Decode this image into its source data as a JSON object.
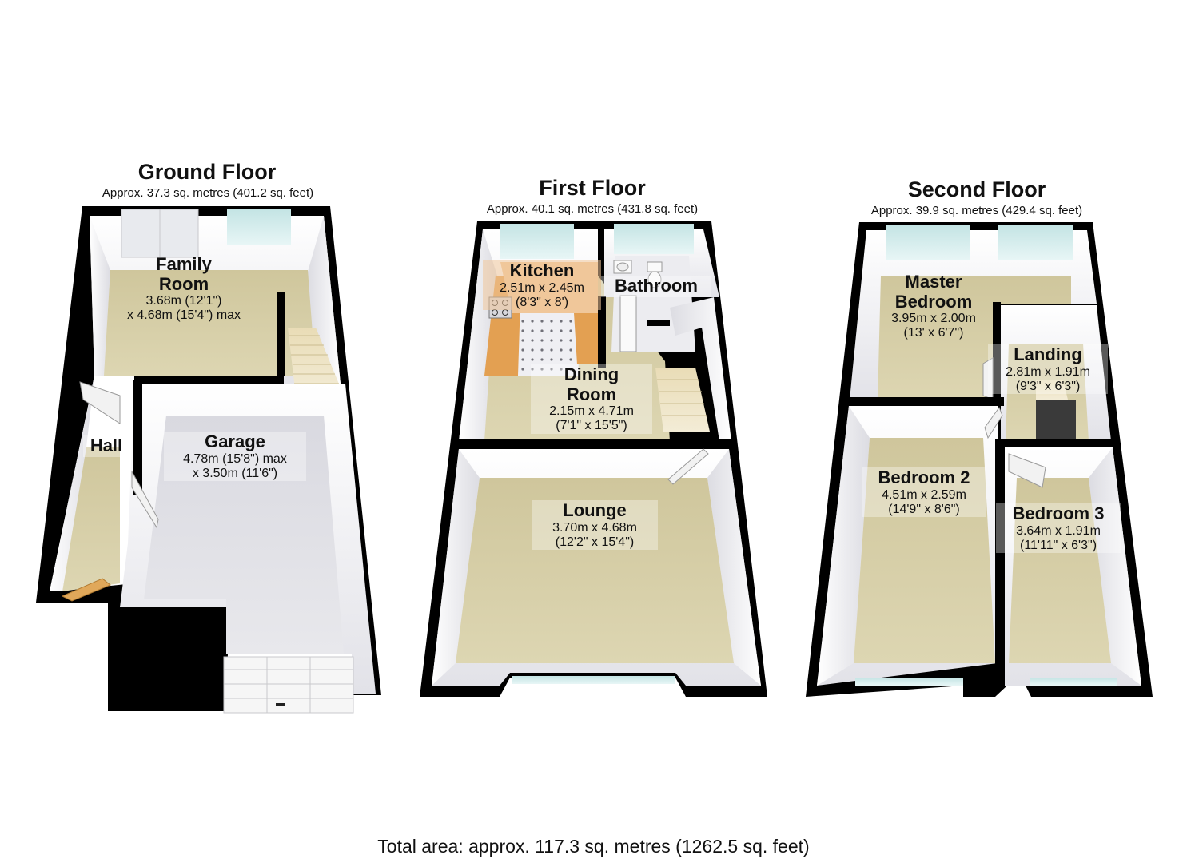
{
  "floors": [
    {
      "title": "Ground Floor",
      "area": "Approx. 37.3 sq. metres (401.2 sq. feet)",
      "rooms": [
        {
          "name": "Family\nRoom",
          "dims": "3.68m (12'1\")\nx 4.68m (15'4\") max"
        },
        {
          "name": "Hall",
          "dims": ""
        },
        {
          "name": "Garage",
          "dims": "4.78m (15'8\") max\nx 3.50m (11'6\")"
        }
      ]
    },
    {
      "title": "First Floor",
      "area": "Approx. 40.1 sq. metres (431.8 sq. feet)",
      "rooms": [
        {
          "name": "Kitchen",
          "dims": "2.51m x 2.45m\n(8'3\" x 8')"
        },
        {
          "name": "Bathroom",
          "dims": ""
        },
        {
          "name": "Dining\nRoom",
          "dims": "2.15m x 4.71m\n(7'1\" x 15'5\")"
        },
        {
          "name": "Lounge",
          "dims": "3.70m x 4.68m\n(12'2\" x 15'4\")"
        }
      ]
    },
    {
      "title": "Second Floor",
      "area": "Approx. 39.9 sq. metres (429.4 sq. feet)",
      "rooms": [
        {
          "name": "Master\nBedroom",
          "dims": "3.95m x 2.00m\n(13' x 6'7\")"
        },
        {
          "name": "Landing",
          "dims": "2.81m x 1.91m\n(9'3\" x 6'3\")"
        },
        {
          "name": "Bedroom 2",
          "dims": "4.51m x 2.59m\n(14'9\" x 8'6\")"
        },
        {
          "name": "Bedroom 3",
          "dims": "3.64m x 1.91m\n(11'11\" x 6'3\")"
        }
      ]
    }
  ],
  "total_area": "Total area: approx. 117.3 sq. metres (1262.5 sq. feet)",
  "colors": {
    "wall": "#000000",
    "wall_inner": "#f4f4f6",
    "carpet": "#d6cfa8",
    "garage_floor": "#e0e0e6",
    "kitchen_floor": "#ebebef",
    "worktop": "#e3a052",
    "window": "#d4ecec",
    "door": "#f2f2f2"
  }
}
